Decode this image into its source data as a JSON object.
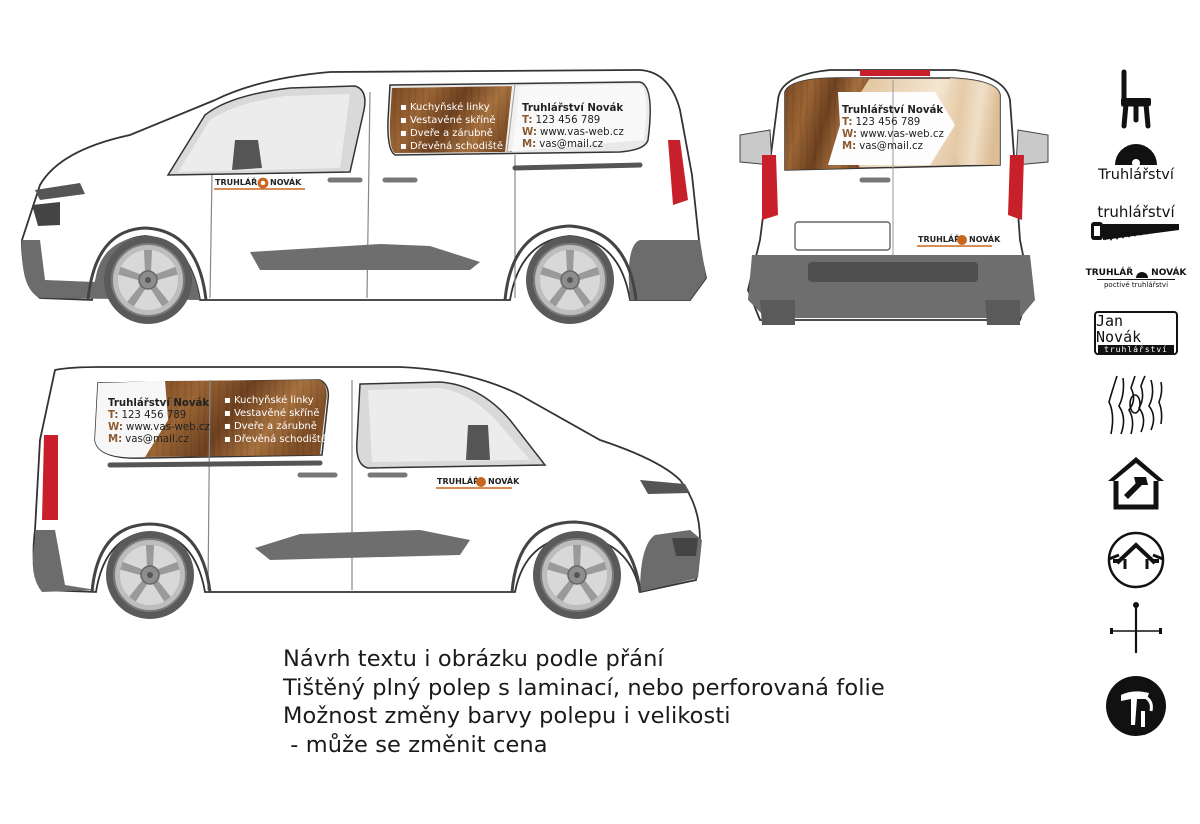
{
  "side_panel": {
    "services": [
      "Kuchyňské linky",
      "Vestavěné skříně",
      "Dveře a zárubně",
      "Dřevěná schodiště"
    ],
    "company": "Truhlářství Novák",
    "phone_prefix": "T:",
    "phone": "123 456 789",
    "web_prefix": "W:",
    "web": "www.vas-web.cz",
    "mail_prefix": "M:",
    "mail": "vas@mail.cz"
  },
  "door_logo": {
    "left": "TRUHLÁŘ",
    "right": "NOVÁK"
  },
  "notes": [
    "Návrh textu i obrázku podle přání",
    "Tištěný plný polep s laminací, nebo perforovaná folie",
    "Možnost změny barvy polepu i velikosti",
    " - může se změnit cena"
  ],
  "logo_variants": {
    "truhlarstvi_caps": "Truhlářství",
    "truhlarstvi_lower": "truhlářství",
    "badge_left": "TRUHLÁŘ",
    "badge_right": "NOVÁK",
    "badge_sub": "poctivé truhlářství",
    "jan_name": "Jan Novák",
    "jan_sub": "truhlářství"
  },
  "colors": {
    "wood_dark": "#8a5a30",
    "wood_light": "#e8d2b4",
    "accent": "#c8661f",
    "body": "#ffffff",
    "trim": "#707070",
    "tail": "#c8202a"
  },
  "icon_names": [
    "chair-icon",
    "saw-blade-icon",
    "handsaw-icon",
    "badge-logo",
    "jan-novak-badge",
    "wood-grain-icon",
    "house-hammer-icon",
    "circle-house-icon",
    "nail-icon",
    "hammer-circle-icon"
  ]
}
